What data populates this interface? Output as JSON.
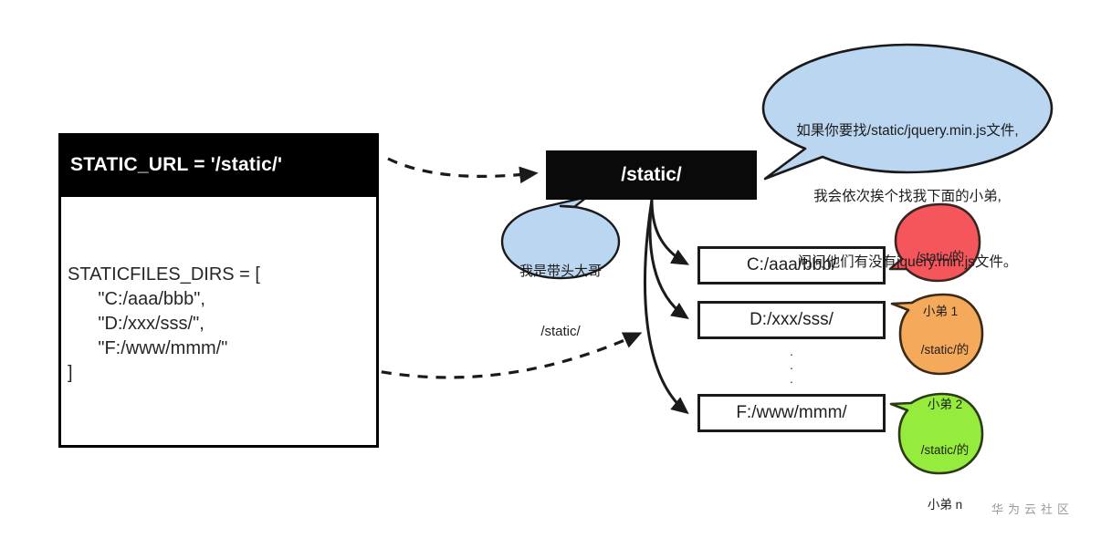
{
  "settings_panel": {
    "header": "STATIC_URL = '/static/'",
    "code": "STATICFILES_DIRS = [\n      \"C:/aaa/bbb\",\n      \"D:/xxx/sss/\",\n      \"F:/www/mmm/\"\n]"
  },
  "static_node": {
    "label": "/static/"
  },
  "boss_bubble": {
    "line1": "我是带头大哥",
    "line2": "/static/",
    "color": "#bad6f0"
  },
  "main_bubble": {
    "line1": "如果你要找/static/jquery.min.js文件,",
    "line2": "我会依次挨个找我下面的小弟,",
    "line3": "问问他们有没有jquery.min.js文件。",
    "color": "#bad6f0"
  },
  "path_boxes": [
    {
      "label": "C:/aaa/bbb/"
    },
    {
      "label": "D:/xxx/sss/"
    },
    {
      "label": "F:/www/mmm/"
    }
  ],
  "ellipsis": {
    "dot": "."
  },
  "minion_bubbles": [
    {
      "line1": "/static/的",
      "line2": "小弟 1",
      "color": "#f4565c"
    },
    {
      "line1": "/static/的",
      "line2": "小弟 2",
      "color": "#f5a95a"
    },
    {
      "line1": "/static/的",
      "line2": "小弟 n",
      "color": "#96ec3c"
    }
  ],
  "watermark": {
    "text": "华为云社区"
  },
  "palette": {
    "stroke": "#1a1a1a",
    "black_fill": "#0a0a0a",
    "background": "#ffffff"
  }
}
